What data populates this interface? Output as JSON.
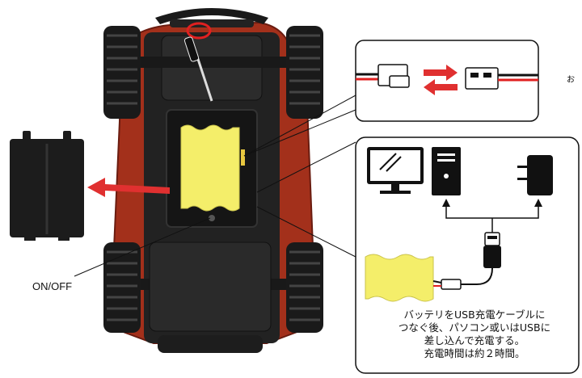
{
  "labels": {
    "on_off": "ON/OFF"
  },
  "instruction": {
    "line1": "バッテリをUSB充電ケーブルに",
    "line2": "つなぐ後、パソコン或いはUSBに",
    "line3": "差し込んで充電する。",
    "line4": "充電時間は約２時間。"
  },
  "edge_mark": "ぉ",
  "colors": {
    "body_red": "#a3301b",
    "chassis": "#202020",
    "battery_yellow": "#f4ee6a",
    "arrow_red": "#e03030",
    "highlight_red": "#e02020"
  },
  "icons": [
    "monitor-icon",
    "computer-tower-icon",
    "wall-charger-icon",
    "usb-plug-icon",
    "screwdriver-icon"
  ]
}
